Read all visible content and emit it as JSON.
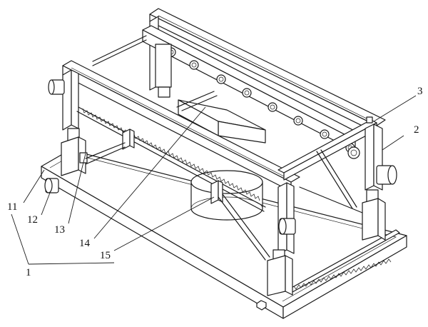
{
  "labels": {
    "l1": "1",
    "l2": "2",
    "l3": "3",
    "l11": "11",
    "l12": "12",
    "l13": "13",
    "l14": "14",
    "l15": "15"
  },
  "colors": {
    "line": "#1a1a1a",
    "background": "#ffffff"
  }
}
